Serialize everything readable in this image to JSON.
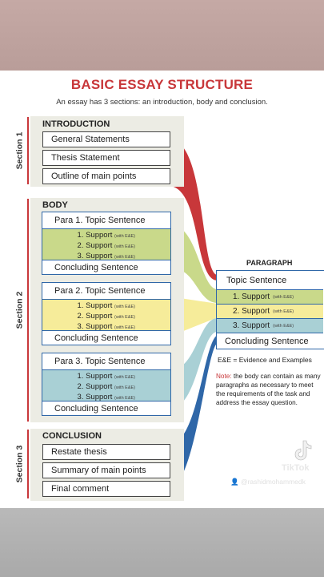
{
  "title": "BASIC ESSAY STRUCTURE",
  "subtitle": "An essay has 3 sections:  an introduction, body and conclusion.",
  "sections": {
    "s1": "Section 1",
    "s2": "Section 2",
    "s3": "Section 3"
  },
  "introduction": {
    "heading": "INTRODUCTION",
    "items": [
      "General Statements",
      "Thesis Statement",
      "Outline of main points"
    ]
  },
  "body": {
    "heading": "BODY",
    "paragraphs": [
      {
        "topic": "Para 1.  Topic Sentence",
        "supports": [
          "1. Support",
          "2. Support",
          "3. Support"
        ],
        "note": "(with E&E)",
        "concluding": "Concluding Sentence",
        "color": "#c9d98a"
      },
      {
        "topic": "Para 2.  Topic Sentence",
        "supports": [
          "1. Support",
          "2. Support",
          "3. Support"
        ],
        "note": "(with E&E)",
        "concluding": "Concluding Sentence",
        "color": "#f6ec9a"
      },
      {
        "topic": "Para 3.  Topic Sentence",
        "supports": [
          "1. Support",
          "2. Support",
          "3. Support"
        ],
        "note": "(with E&E)",
        "concluding": "Concluding Sentence",
        "color": "#a9d0d5"
      }
    ]
  },
  "conclusion": {
    "heading": "CONCLUSION",
    "items": [
      "Restate thesis",
      "Summary of main points",
      "Final comment"
    ]
  },
  "paragraph_panel": {
    "heading": "PARAGRAPH",
    "topic": "Topic Sentence",
    "supports": [
      "1.  Support",
      "2.  Support",
      "3.  Support"
    ],
    "note": "(with E&E)",
    "concluding": "Concluding Sentence"
  },
  "ee_definition": "E&E = Evidence and Examples",
  "note": {
    "label": "Note:",
    "text": " the body can contain as many paragraphs as necessary to meet the requirements of the task and address the essay question."
  },
  "watermark": {
    "brand": "TikTok",
    "handle": "@rashidmohammedk"
  },
  "colors": {
    "red": "#c8373a",
    "blue": "#2f67a8",
    "green": "#c9d98a",
    "yellow": "#f6ec9a",
    "teal": "#a9d0d5",
    "panel": "#ecece4"
  }
}
